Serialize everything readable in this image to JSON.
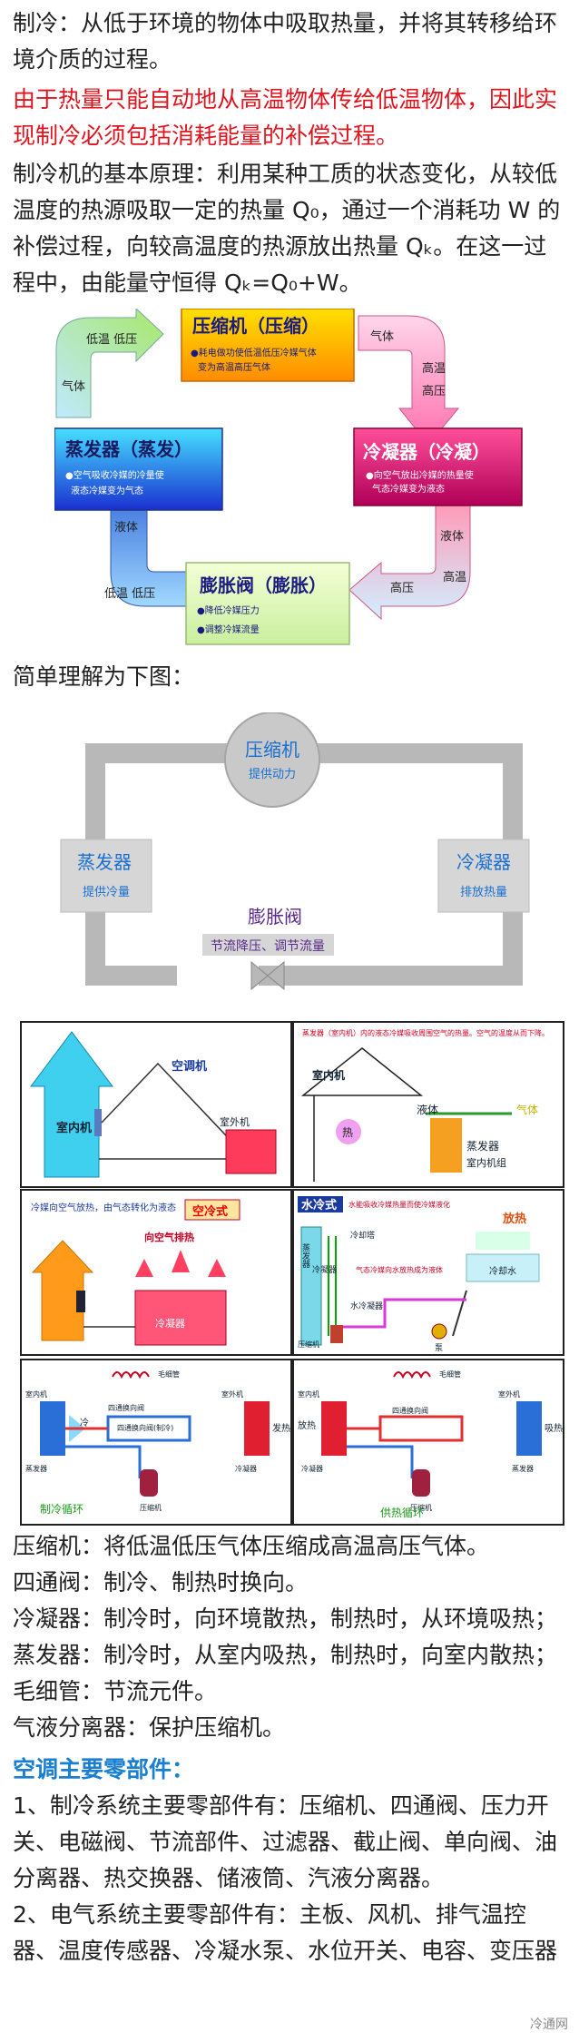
{
  "intro": {
    "definition": "制冷：从低于环境的物体中吸取热量，并将其转移给环境介质的过程。",
    "note": "由于热量只能自动地从高温物体传给低温物体，因此实现制冷必须包括消耗能量的补偿过程。",
    "principle": "制冷机的基本原理：利用某种工质的状态变化，从较低温度的热源吸取一定的热量 Q₀，通过一个消耗功 W 的补偿过程，向较高温度的热源放出热量 Qₖ。在这一过程中，由能量守恒得 Qₖ=Q₀+W。"
  },
  "cycle": {
    "compressor": {
      "title": "压缩机（压缩）",
      "desc1": "●耗电做功使低温低压冷媒气体",
      "desc2": "变为高温高压气体"
    },
    "condenser": {
      "title": "冷凝器（冷凝）",
      "desc1": "●向空气放出冷媒的热量使",
      "desc2": "气态冷媒变为液态"
    },
    "expansion": {
      "title": "膨胀阀（膨胀）",
      "desc1": "●降低冷媒压力",
      "desc2": "●调整冷媒流量"
    },
    "evaporator": {
      "title": "蒸发器（蒸发）",
      "desc1": "●空气吸收冷媒的冷量使",
      "desc2": "液态冷媒变为气态"
    },
    "arrow_lowtemp_lowpress": "低温 低压",
    "arrow_gas": "气体",
    "arrow_gas2": "气体",
    "arrow_high_temp": "高温",
    "arrow_high_press": "高压",
    "arrow_liquid": "液体",
    "arrow_high_temp2": "高温",
    "arrow_high_press2": "高压",
    "arrow_liquid2": "液体",
    "arrow_lowtemp_lowpress2": "低温 低压"
  },
  "simple": {
    "heading": "简单理解为下图：",
    "compressor": "压缩机",
    "compressor_sub": "提供动力",
    "evaporator": "蒸发器",
    "evaporator_sub": "提供冷量",
    "condenser": "冷凝器",
    "condenser_sub": "排放热量",
    "valve": "膨胀阀",
    "valve_sub": "节流降压、调节流量"
  },
  "panels": {
    "p1": {
      "unit": "空调机",
      "indoor": "室内机",
      "outdoor": "室外机"
    },
    "p2": {
      "caption": "蒸发器（室内机）内的液态冷媒吸收周围空气的热量。空气的温度从而下降。",
      "indoor": "室内机",
      "liquid": "液体",
      "gas": "气体",
      "heat": "热",
      "evap": "蒸发器",
      "unit": "室内机组"
    },
    "p3": {
      "caption": "冷媒向空气放热，由气态转化为液态",
      "type": "空冷式",
      "out": "向空气排热",
      "cond": "冷凝器"
    },
    "p4": {
      "type": "水冷式",
      "caption": "水能吸收冷媒热量而使冷媒液化",
      "release": "放热",
      "evap": "蒸发器",
      "cond": "冷凝器",
      "tower": "冷却塔",
      "note": "气态冷媒向水放热成为液体",
      "cw": "冷却水",
      "hw": "水冷凝器",
      "comp": "压缩机",
      "pump": "泵"
    },
    "p5": {
      "cap": "毛细管",
      "indoor": "室内机",
      "valve4": "四通换向阀",
      "valve_note": "四通换向阀(制冷)",
      "cool": "冷",
      "evap": "蒸发器",
      "outdoor": "室外机",
      "heat": "发热",
      "cond": "冷凝器",
      "comp": "压缩机",
      "label": "制冷循环"
    },
    "p6": {
      "cap": "毛细管",
      "indoor": "室内机",
      "valve4": "四通换向阀",
      "heat": "放热",
      "cond": "冷凝器",
      "outdoor": "室外机",
      "absorb": "吸热",
      "evap": "蒸发器",
      "comp": "压缩机",
      "label": "供热循环"
    }
  },
  "components": [
    "压缩机：将低温低压气体压缩成高温高压气体。",
    "四通阀：制冷、制热时换向。",
    "冷凝器：制冷时，向环境散热，制热时，从环境吸热；",
    "蒸发器：制冷时，从室内吸热，制热时，向室内散热；",
    "毛细管：节流元件。",
    "气液分离器：保护压缩机。"
  ],
  "parts_heading": "空调主要零部件：",
  "parts_1": "1、制冷系统主要零部件有：压缩机、四通阀、压力开关、电磁阀、节流部件、过滤器、截止阀、单向阀、油分离器、热交换器、储液筒、汽液分离器。",
  "parts_2": "2、电气系统主要零部件有：主板、风机、排气温控器、温度传感器、冷凝水泵、水位开关、电容、变压器",
  "watermark": "冷通网"
}
